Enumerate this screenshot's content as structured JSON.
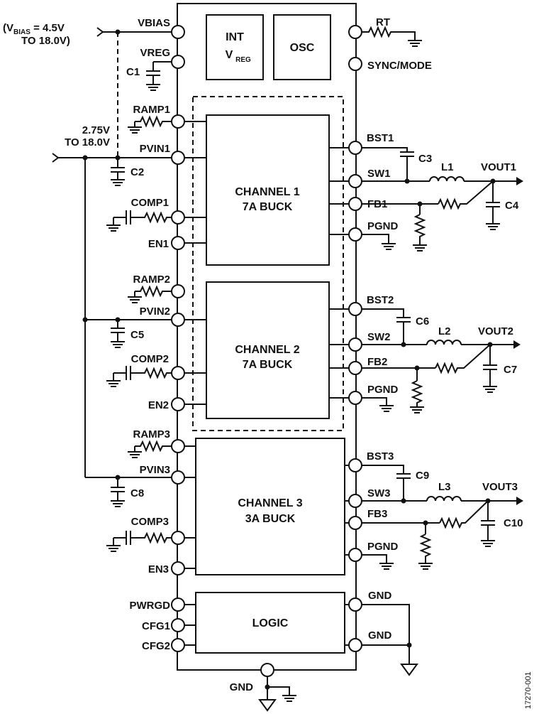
{
  "diagram": {
    "vbias_prefix": "(V",
    "vbias_sub": "BIAS",
    "vbias_suffix": " = 4.5V",
    "vbias_range2": "TO 18.0V)",
    "pvin_range1": "2.75V",
    "pvin_range2": "TO 18.0V",
    "figure_id": "17270-001",
    "left_pins": {
      "vbias": "VBIAS",
      "vreg": "VREG",
      "ramp1": "RAMP1",
      "pvin1": "PVIN1",
      "comp1": "COMP1",
      "en1": "EN1",
      "ramp2": "RAMP2",
      "pvin2": "PVIN2",
      "comp2": "COMP2",
      "en2": "EN2",
      "ramp3": "RAMP3",
      "pvin3": "PVIN3",
      "comp3": "COMP3",
      "en3": "EN3",
      "pwrgd": "PWRGD",
      "cfg1": "CFG1",
      "cfg2": "CFG2"
    },
    "right_pins": {
      "rt": "RT",
      "sync": "SYNC/MODE",
      "bst1": "BST1",
      "sw1": "SW1",
      "fb1": "FB1",
      "pgnd1": "PGND",
      "bst2": "BST2",
      "sw2": "SW2",
      "fb2": "FB2",
      "pgnd2": "PGND",
      "bst3": "BST3",
      "sw3": "SW3",
      "fb3": "FB3",
      "pgnd3": "PGND",
      "gnd1": "GND",
      "gnd2": "GND"
    },
    "bottom_pin": "GND",
    "blocks": {
      "intvreg_l1": "INT",
      "intvreg_l2": "V",
      "intvreg_sub": "REG",
      "osc": "OSC",
      "ch1_l1": "CHANNEL 1",
      "ch1_l2": "7A BUCK",
      "ch2_l1": "CHANNEL 2",
      "ch2_l2": "7A BUCK",
      "ch3_l1": "CHANNEL 3",
      "ch3_l2": "3A BUCK",
      "logic": "LOGIC"
    },
    "components": {
      "c1": "C1",
      "c2": "C2",
      "c3": "C3",
      "c4": "C4",
      "c5": "C5",
      "c6": "C6",
      "c7": "C7",
      "c8": "C8",
      "c9": "C9",
      "c10": "C10",
      "l1": "L1",
      "l2": "L2",
      "l3": "L3",
      "vout1": "VOUT1",
      "vout2": "VOUT2",
      "vout3": "VOUT3"
    }
  }
}
